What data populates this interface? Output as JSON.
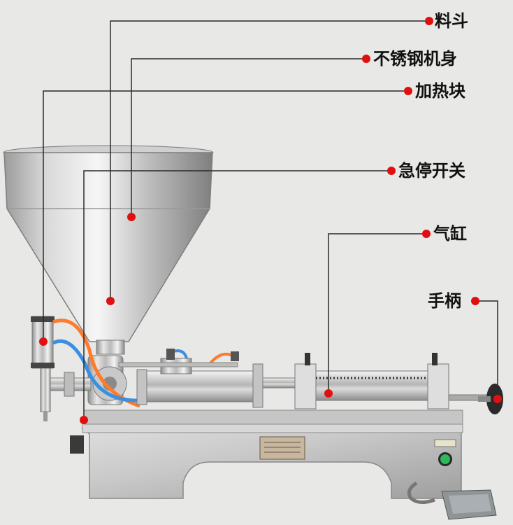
{
  "callouts": [
    {
      "id": "hopper",
      "text": "料斗"
    },
    {
      "id": "body",
      "text": "不锈钢机身"
    },
    {
      "id": "heater",
      "text": "加热块"
    },
    {
      "id": "estop",
      "text": "急停开关"
    },
    {
      "id": "cylinder",
      "text": "气缸"
    },
    {
      "id": "handle",
      "text": "手柄"
    }
  ],
  "colors": {
    "background": "#e8e8e6",
    "marker": "#e01010",
    "leader_line": "#2a2a2a",
    "steel_light": "#f2f2f2",
    "steel_dark": "#9a9a9a",
    "tube_orange": "#ff7a2a",
    "tube_blue": "#3a8fe0",
    "power_button": "#2fb85a"
  }
}
